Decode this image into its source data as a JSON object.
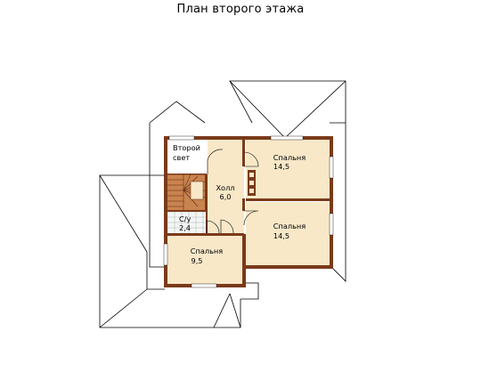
{
  "title": "План второго этажа",
  "rooms": {
    "second_light": {
      "line1": "Второй",
      "line2": "свет"
    },
    "hall": {
      "line1": "Холл",
      "line2": "6,0"
    },
    "bedroom_top": {
      "line1": "Спальня",
      "line2": "14,5"
    },
    "bedroom_mid": {
      "line1": "Спальня",
      "line2": "14,5"
    },
    "bedroom_bottom": {
      "line1": "Спальня",
      "line2": "9,5"
    },
    "bathroom": {
      "line1": "С/у",
      "line2": "2,4"
    }
  },
  "colors": {
    "wall": "#7a3a1a",
    "floor": "#f8e8c8",
    "stairs": "#a85a2e",
    "roof_line": "#000000",
    "background": "#ffffff"
  }
}
